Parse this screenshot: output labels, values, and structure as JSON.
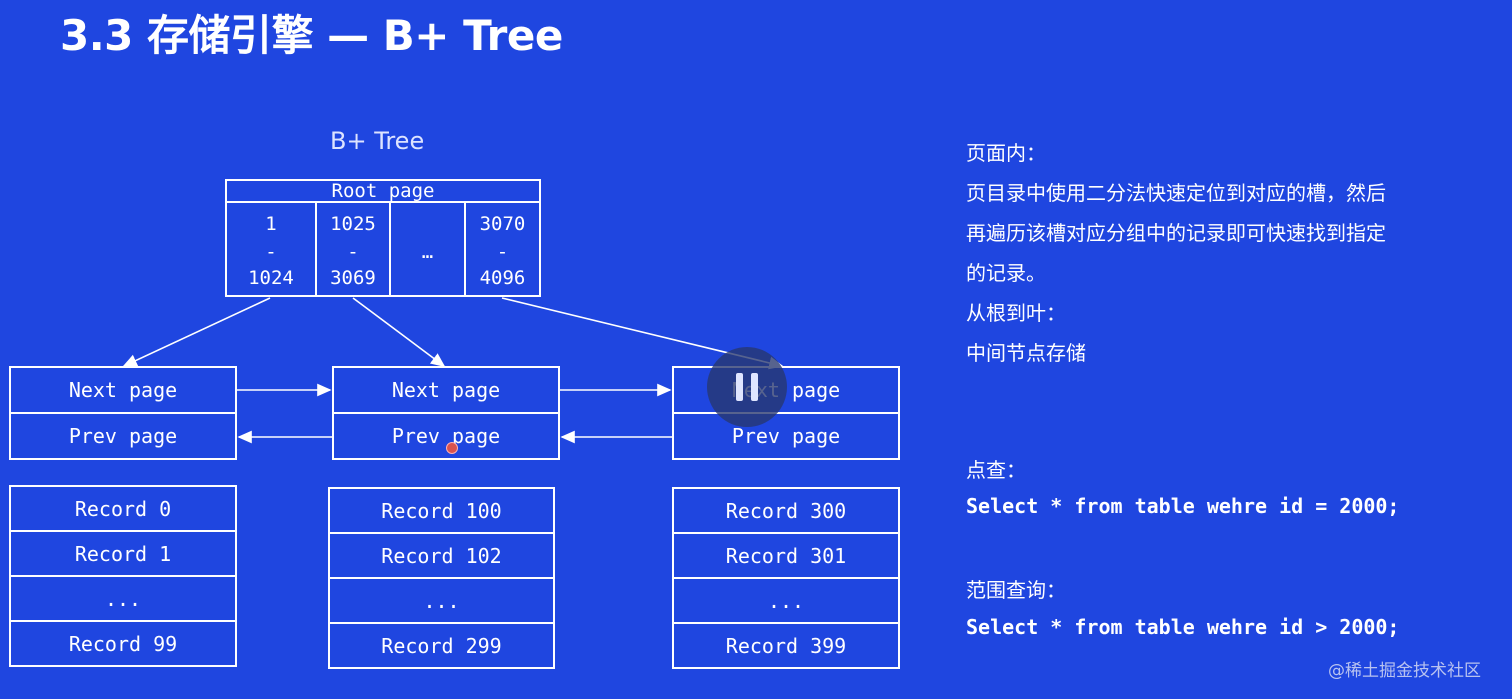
{
  "title": "3.3 存储引擎 — B+ Tree",
  "diagram": {
    "tree_label": "B+ Tree",
    "root": {
      "header": "Root page",
      "cells": [
        {
          "from": "1",
          "dash": "-",
          "to": "1024"
        },
        {
          "from": "1025",
          "dash": "-",
          "to": "3069"
        },
        {
          "ellipsis": "…"
        },
        {
          "from": "3070",
          "dash": "-",
          "to": "4096"
        }
      ]
    },
    "leaves": [
      {
        "next": "Next page",
        "prev": "Prev page",
        "records": [
          "Record 0",
          "Record 1",
          "...",
          "Record 99"
        ]
      },
      {
        "next": "Next page",
        "prev": "Prev page",
        "records": [
          "Record 100",
          "Record 102",
          "...",
          "Record 299"
        ]
      },
      {
        "next": "Next page",
        "prev": "Prev page",
        "records": [
          "Record 300",
          "Record 301",
          "...",
          "Record 399"
        ]
      }
    ]
  },
  "notes": {
    "in_page_label": "页面内：",
    "in_page_text": [
      "页目录中使用二分法快速定位到对应的槽，然后",
      "再遍历该槽对应分组中的记录即可快速找到指定",
      "的记录。"
    ],
    "root_to_leaf_label": "从根到叶：",
    "root_to_leaf_text": "中间节点存储",
    "point_query_label": "点查：",
    "point_query_sql": "Select * from table wehre id = 2000;",
    "range_query_label": "范围查询：",
    "range_query_sql": "Select * from table wehre id > 2000;"
  },
  "video_overlay": {
    "pause_icon": "pause-icon"
  },
  "watermark": "@稀土掘金技术社区",
  "colors": {
    "background": "#1f46e0",
    "line": "#ffffff"
  }
}
